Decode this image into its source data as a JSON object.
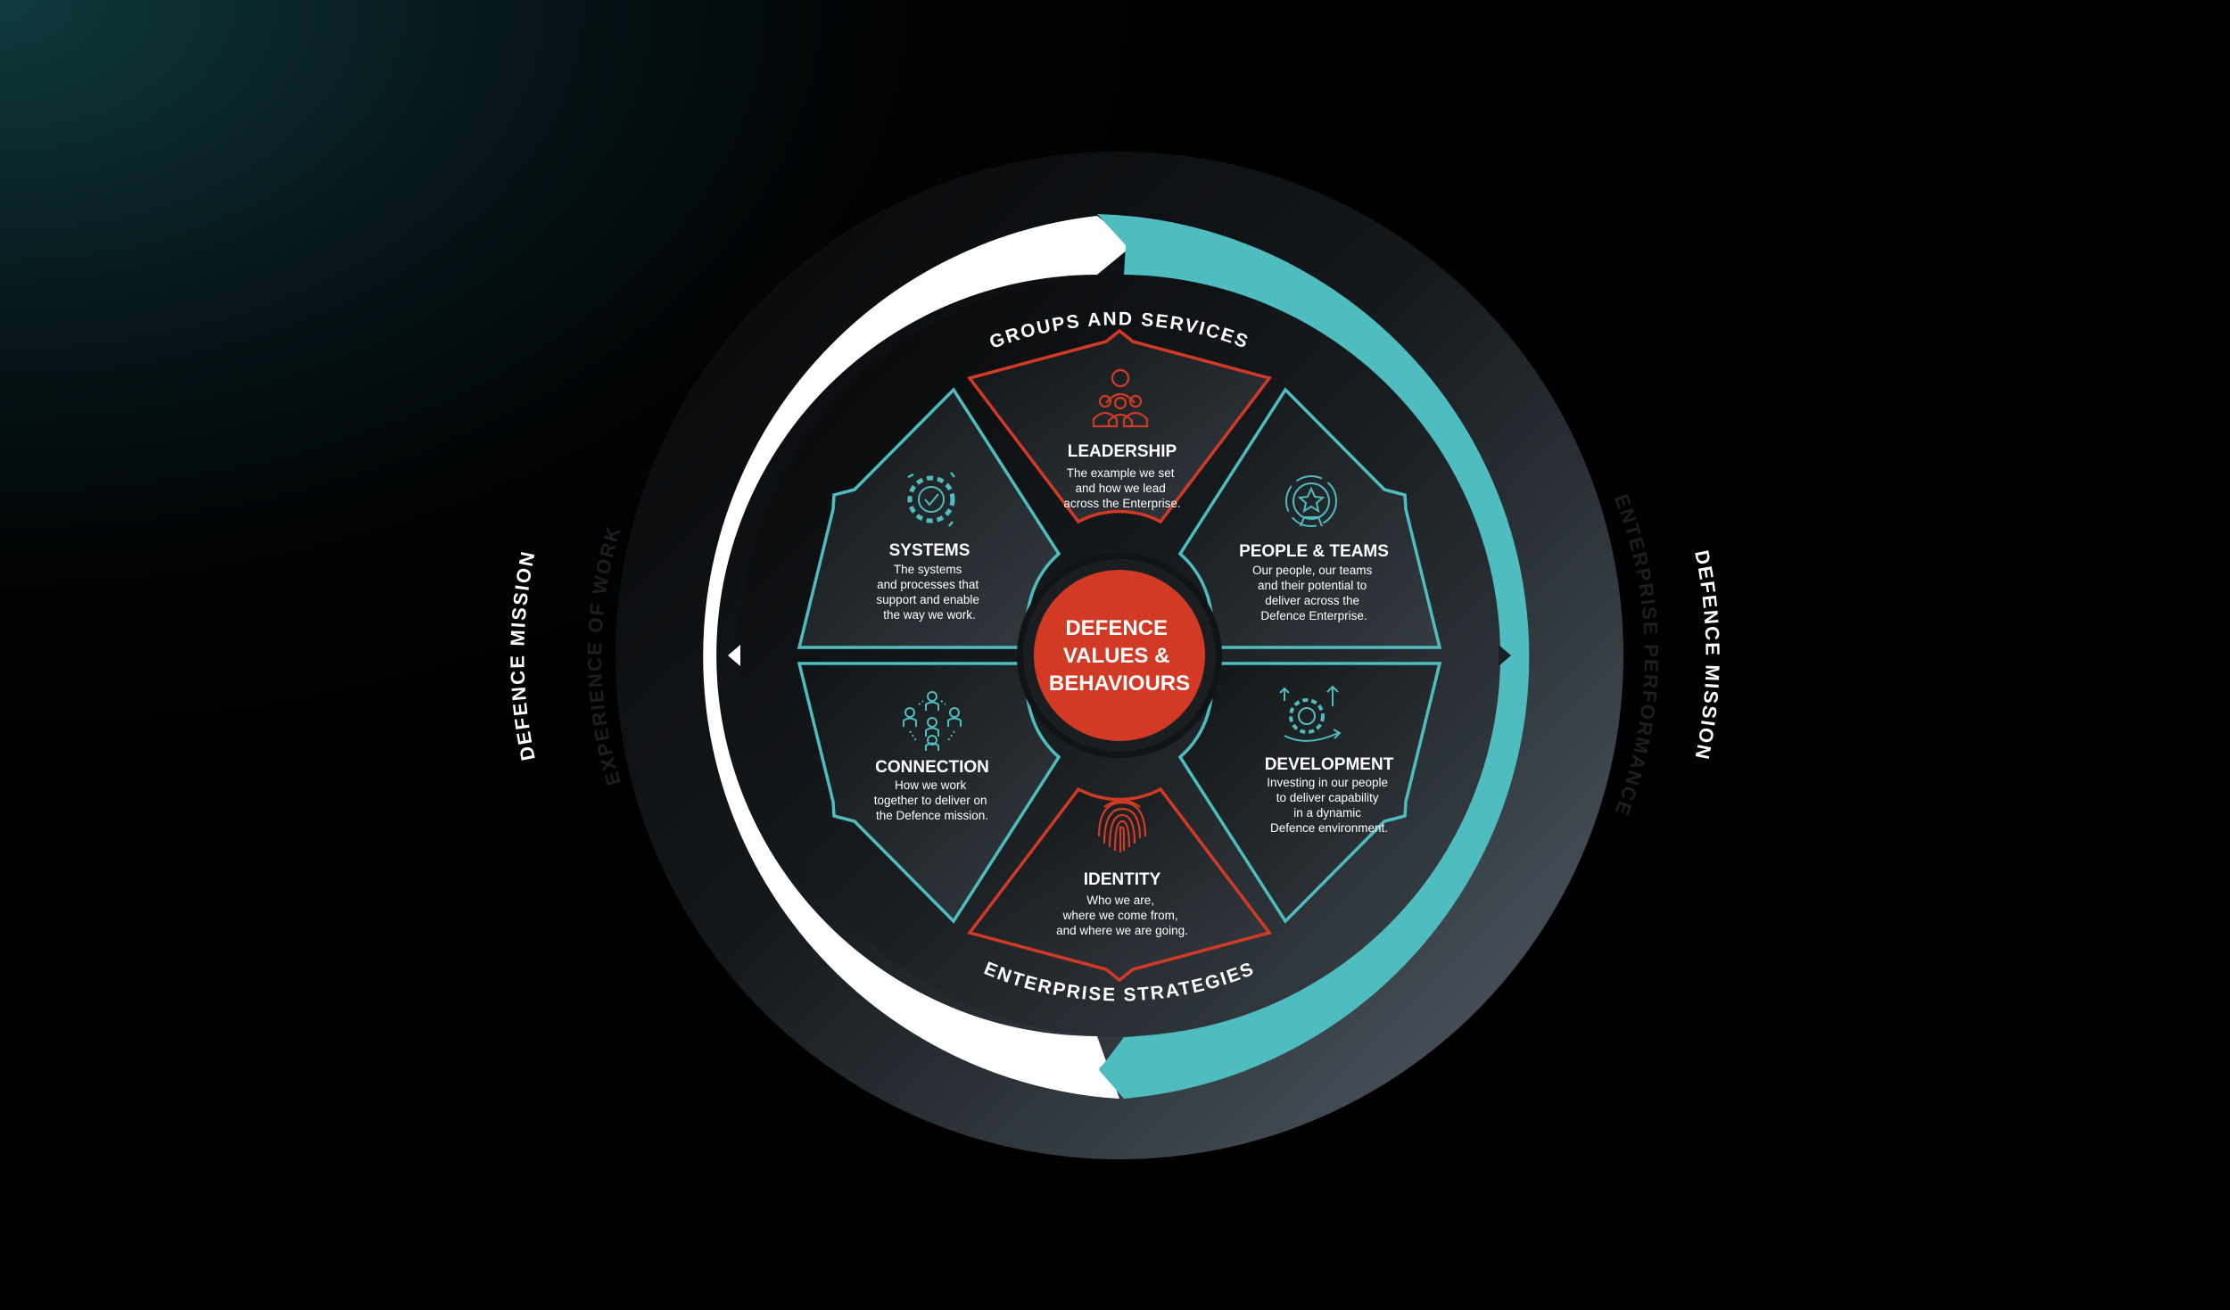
{
  "outer_ring": {
    "left_label": "DEFENCE MISSION",
    "right_label": "DEFENCE MISSION"
  },
  "arrow_ring": {
    "left_label": "EXPERIENCE OF WORK",
    "right_label": "ENTERPRISE PERFORMANCE"
  },
  "inner_ring": {
    "top_label": "GROUPS AND SERVICES",
    "bottom_label": "ENTERPRISE STRATEGIES"
  },
  "center": {
    "lines": [
      "DEFENCE",
      "VALUES &",
      "BEHAVIOURS"
    ]
  },
  "segments": {
    "leadership": {
      "title": "LEADERSHIP",
      "lines": [
        "The example we set",
        "and how we lead",
        "across the Enterprise."
      ]
    },
    "people": {
      "title": "PEOPLE & TEAMS",
      "lines": [
        "Our people, our teams",
        "and their potential to",
        "deliver across the",
        "Defence Enterprise."
      ]
    },
    "development": {
      "title": "DEVELOPMENT",
      "lines": [
        "Investing in our people",
        "to deliver capability",
        "in a dynamic",
        "Defence environment."
      ]
    },
    "identity": {
      "title": "IDENTITY",
      "lines": [
        "Who we are,",
        "where we come from,",
        "and where we are going."
      ]
    },
    "connection": {
      "title": "CONNECTION",
      "lines": [
        "How we work",
        "together to deliver on",
        "the Defence mission."
      ]
    },
    "systems": {
      "title": "SYSTEMS",
      "lines": [
        "The systems",
        "and processes that",
        "support and enable",
        "the way we work."
      ]
    }
  },
  "colors": {
    "teal": "#4fbdc0",
    "red": "#d33a26",
    "white": "#ffffff",
    "dark": "#1c1f22"
  }
}
